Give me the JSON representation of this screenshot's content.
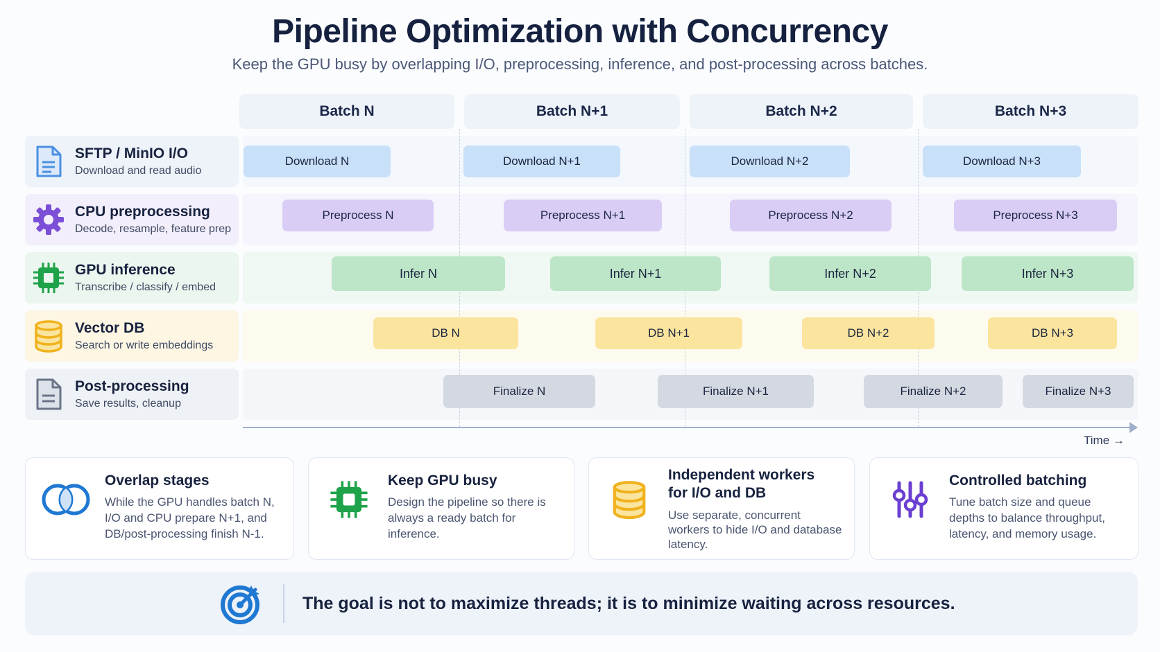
{
  "title": "Pipeline Optimization with Concurrency",
  "subtitle": "Keep the GPU busy by overlapping I/O, preprocessing, inference, and post-processing across batches.",
  "batches": [
    "Batch N",
    "Batch N+1",
    "Batch N+2",
    "Batch N+3"
  ],
  "stages": [
    {
      "name": "SFTP / MinIO I/O",
      "desc": "Download and read audio",
      "icon": "document-icon",
      "color": "#4a90e2",
      "tasks": [
        "Download N",
        "Download N+1",
        "Download N+2",
        "Download N+3"
      ],
      "task_color": "#c8e0f8"
    },
    {
      "name": "CPU preprocessing",
      "desc": "Decode, resample, feature prep",
      "icon": "gear-icon",
      "color": "#7b4fd6",
      "tasks": [
        "Preprocess N",
        "Preprocess N+1",
        "Preprocess N+2",
        "Preprocess N+3"
      ],
      "task_color": "#d9cdf6"
    },
    {
      "name": "GPU inference",
      "desc": "Transcribe / classify / embed",
      "icon": "chip-icon",
      "color": "#1fa34a",
      "tasks": [
        "Infer N",
        "Infer N+1",
        "Infer N+2",
        "Infer N+3"
      ],
      "task_color": "#bde6c8"
    },
    {
      "name": "Vector DB",
      "desc": "Search or write embeddings",
      "icon": "database-icon",
      "color": "#f0b21c",
      "tasks": [
        "DB N",
        "DB N+1",
        "DB N+2",
        "DB N+3"
      ],
      "task_color": "#fbe59e"
    },
    {
      "name": "Post-processing",
      "desc": "Save results, cleanup",
      "icon": "file-icon",
      "color": "#6b7487",
      "tasks": [
        "Finalize N",
        "Finalize N+1",
        "Finalize N+2",
        "Finalize N+3"
      ],
      "task_color": "#d4d9e1"
    }
  ],
  "time_label": "Time →",
  "cards": [
    {
      "icon": "overlap-circles-icon",
      "title": "Overlap stages",
      "body": "While the GPU handles batch N, I/O and CPU prepare N+1, and DB/post-processing finish N-1."
    },
    {
      "icon": "chip-icon",
      "title": "Keep GPU busy",
      "body": "Design the pipeline so there is always a ready batch for inference."
    },
    {
      "icon": "database-icon",
      "title": "Independent workers for I/O and DB",
      "body": "Use separate, concurrent workers to hide I/O and database latency."
    },
    {
      "icon": "sliders-icon",
      "title": "Controlled batching",
      "body": "Tune batch size and queue depths to balance throughput, latency, and memory usage."
    }
  ],
  "goal": {
    "icon": "target-icon",
    "text": "The goal is not to maximize threads; it is to minimize waiting across resources."
  }
}
